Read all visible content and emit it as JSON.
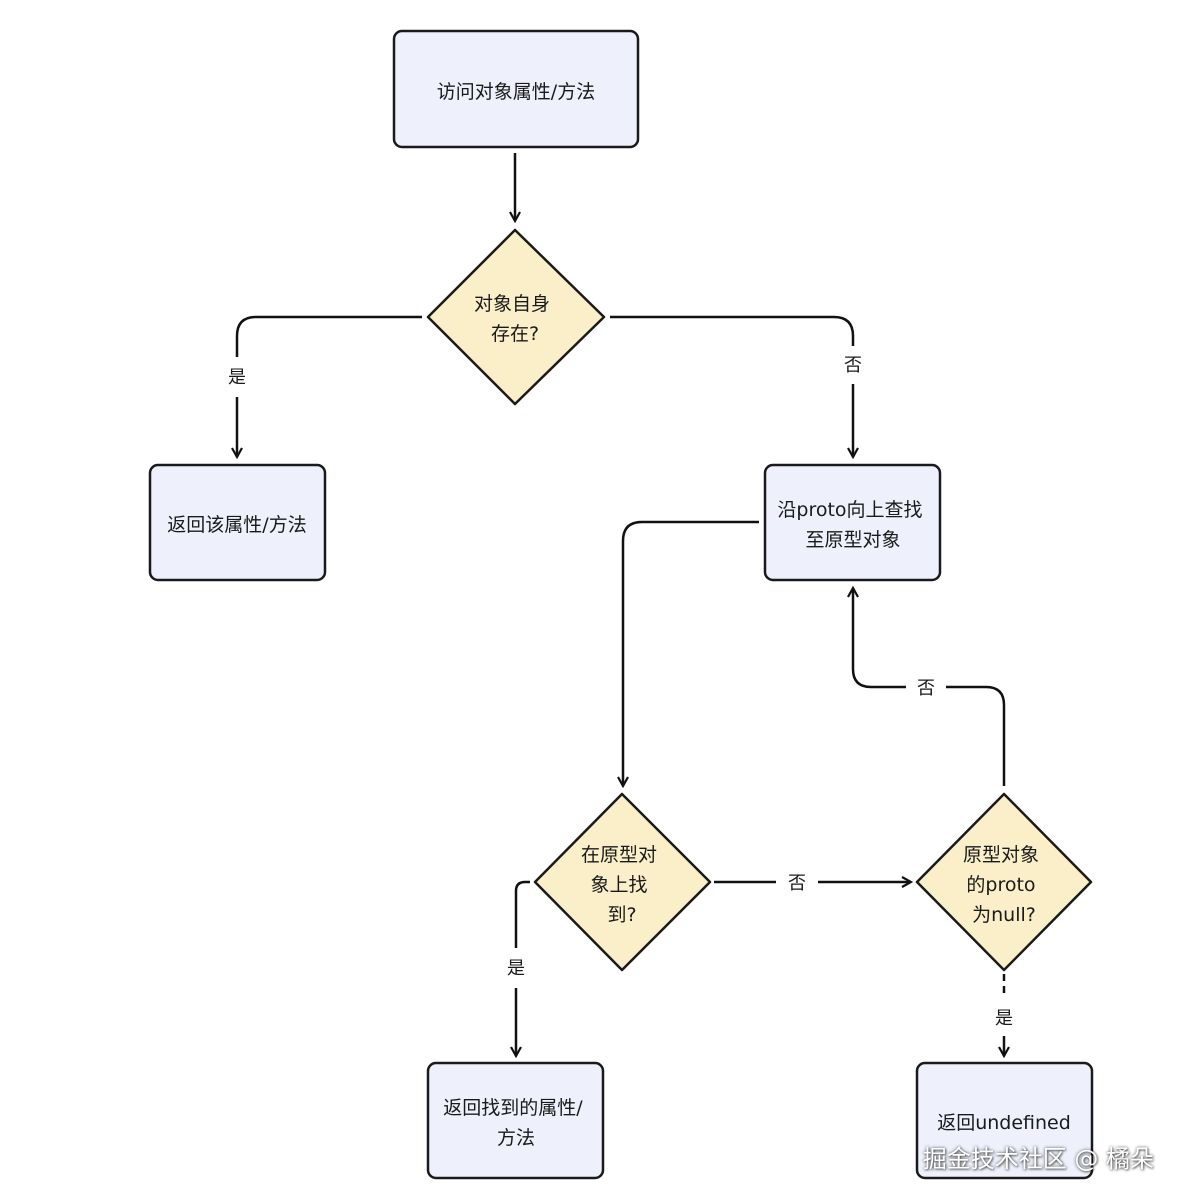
{
  "nodes": {
    "start": {
      "lines": [
        "访问对象属性/方法"
      ]
    },
    "check_own": {
      "lines": [
        "对象自身",
        "存在?"
      ]
    },
    "return_own": {
      "lines": [
        "返回该属性/方法"
      ]
    },
    "walk_proto": {
      "lines": [
        "沿proto向上查找",
        "至原型对象"
      ]
    },
    "found_in_proto": {
      "lines": [
        "在原型对",
        "象上找",
        "到?"
      ]
    },
    "proto_is_null": {
      "lines": [
        "原型对象",
        "的proto",
        "为null?"
      ]
    },
    "return_found": {
      "lines": [
        "返回找到的属性/",
        "方法"
      ]
    },
    "return_undefined": {
      "lines": [
        "返回undefined"
      ]
    }
  },
  "edges": {
    "own_yes": "是",
    "own_no": "否",
    "found_yes": "是",
    "found_no": "否",
    "null_yes": "是",
    "null_no": "否"
  },
  "watermark": "掘金技术社区 @ 橘朵"
}
